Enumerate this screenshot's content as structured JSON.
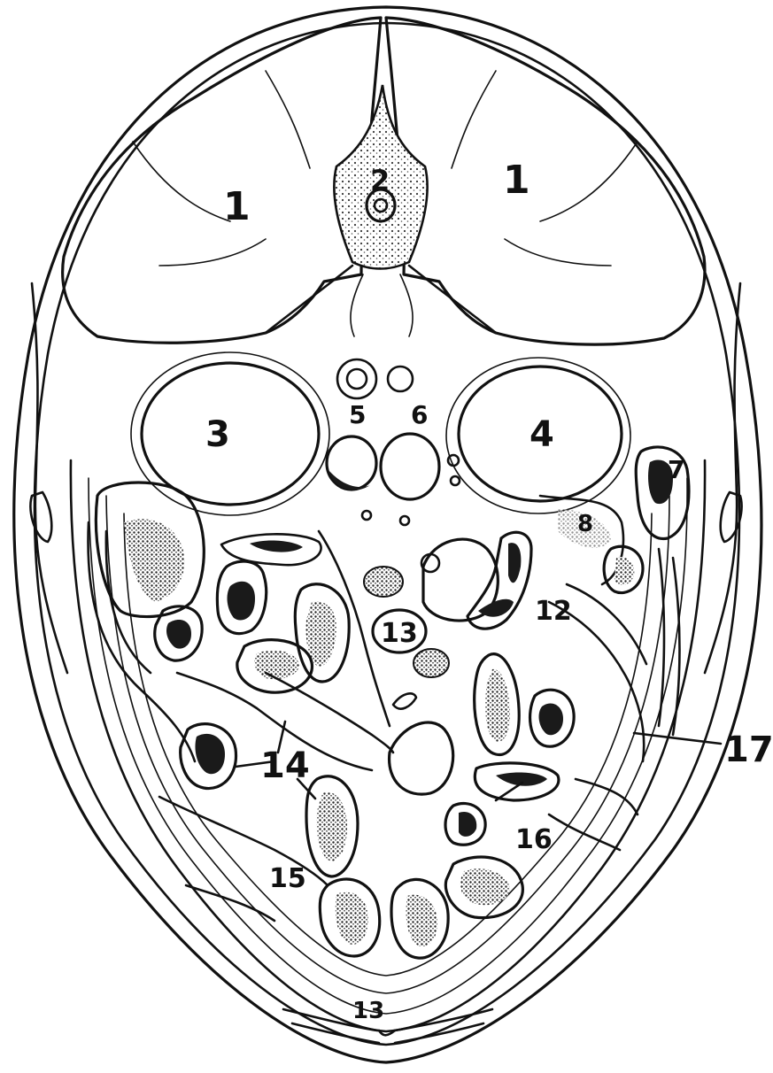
{
  "labels": {
    "l1_left": "1",
    "l1_right": "1",
    "l2": "2",
    "l3": "3",
    "l4": "4",
    "l5": "5",
    "l6": "6",
    "l7": "7",
    "l8": "8",
    "l12": "12",
    "l13_center": "13",
    "l13_bottom": "13",
    "l14": "14",
    "l15": "15",
    "l16": "16",
    "l17": "17"
  },
  "colors": {
    "ink": "#111111",
    "paper": "#ffffff"
  }
}
